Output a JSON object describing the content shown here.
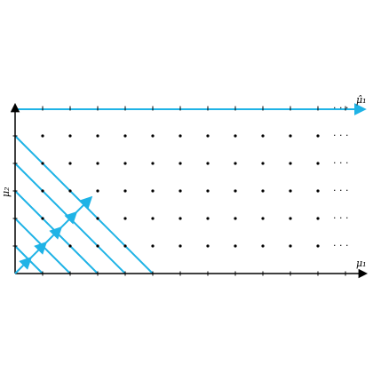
{
  "labels": {
    "x_axis": "μ₁",
    "y_axis": "μ₂",
    "top_line": "μ̂₁",
    "ellipsis": "· · ·"
  },
  "colors": {
    "accent": "#1fb3e6",
    "axis": "#000000",
    "dot": "#000000"
  },
  "lattice": {
    "columns": 12,
    "rows": 6,
    "dotted_rows": [
      1,
      2,
      3,
      4,
      5
    ],
    "ellipsis_rows": [
      1,
      2,
      3,
      4,
      5
    ]
  },
  "diagonals": {
    "intercepts": [
      1,
      2,
      3,
      4,
      5
    ],
    "arrow_path_points": 6
  }
}
